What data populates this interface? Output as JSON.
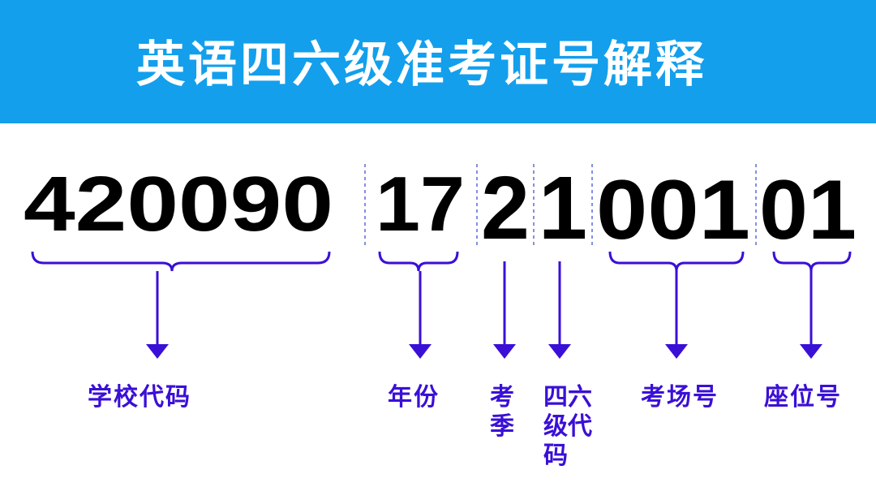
{
  "title": "英语四六级准考证号解释",
  "colors": {
    "banner": "#139fec",
    "title_text": "#ffffff",
    "digits": "#000000",
    "annotation": "#3a0fd6"
  },
  "segments": [
    {
      "digits": "420090",
      "label": "学校代码"
    },
    {
      "digits": "17",
      "label": "年份"
    },
    {
      "digits": "2",
      "label": "考季"
    },
    {
      "digits": "1",
      "label": "四六级代码"
    },
    {
      "digits": "001",
      "label": "考场号"
    },
    {
      "digits": "01",
      "label": "座位号"
    }
  ]
}
